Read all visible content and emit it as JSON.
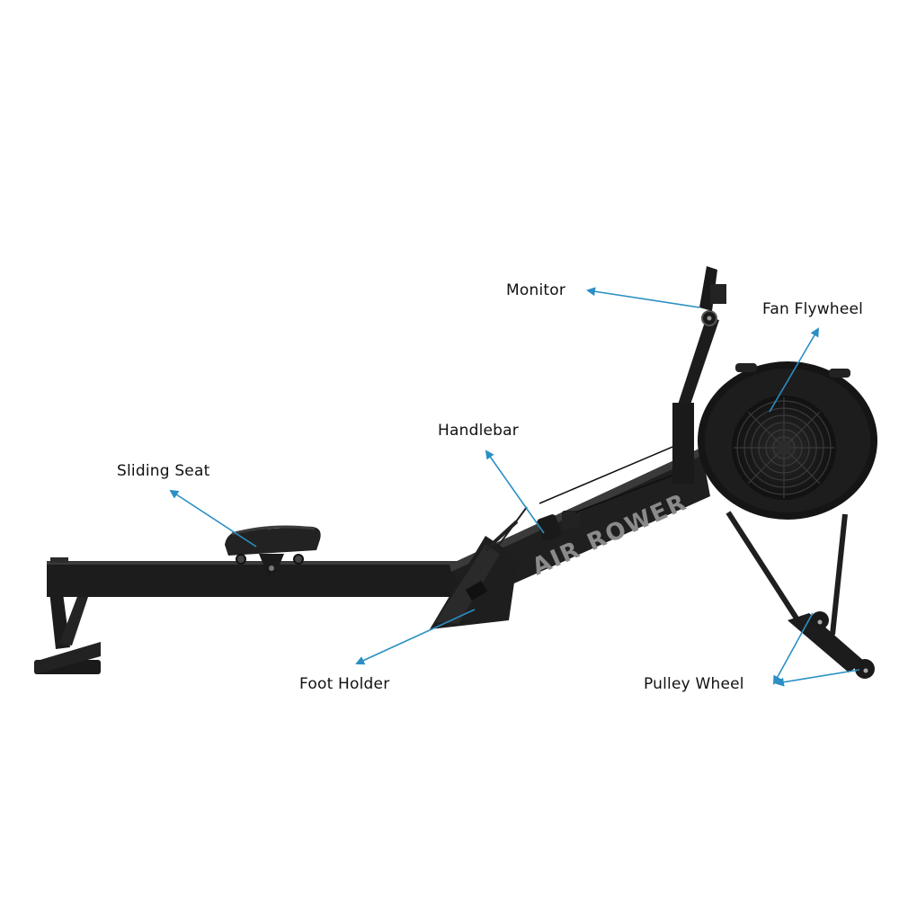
{
  "diagram": {
    "subject": "Air Rower rowing machine",
    "brand_text": "AIR ROWER",
    "arrow_color": "#2a8fc4",
    "frame_color": "#1a1a1a",
    "labels": [
      {
        "id": "monitor",
        "text": "Monitor"
      },
      {
        "id": "fan-flywheel",
        "text": "Fan Flywheel"
      },
      {
        "id": "handlebar",
        "text": "Handlebar"
      },
      {
        "id": "sliding-seat",
        "text": "Sliding Seat"
      },
      {
        "id": "foot-holder",
        "text": "Foot Holder"
      },
      {
        "id": "pulley-wheel",
        "text": "Pulley Wheel"
      }
    ]
  }
}
